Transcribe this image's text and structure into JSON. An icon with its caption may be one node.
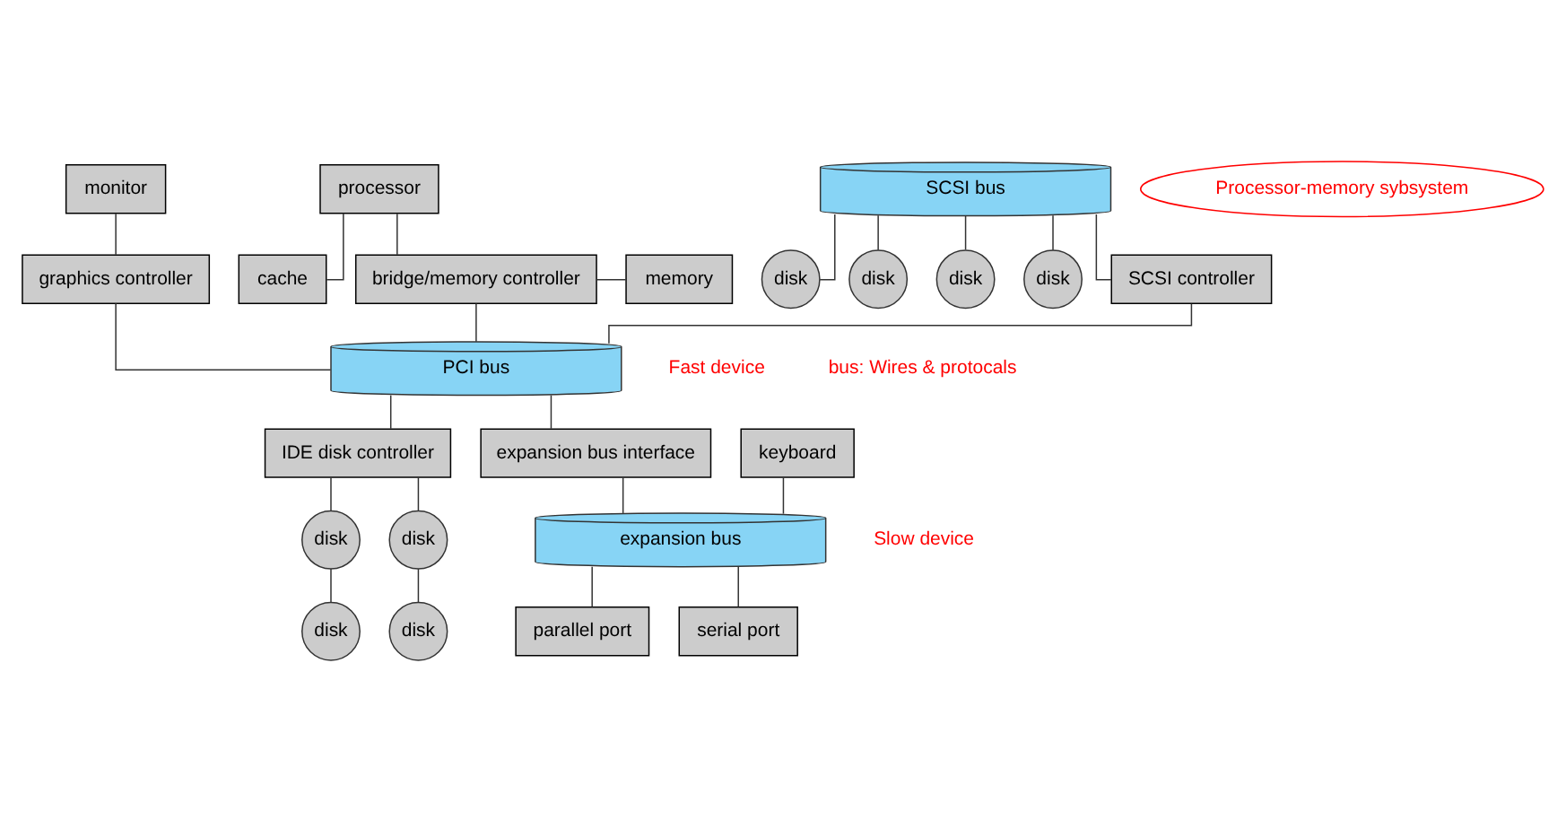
{
  "diagram": {
    "nodes": [
      {
        "text": [
          "monitor"
        ]
      },
      {
        "text": [
          "processor"
        ]
      },
      {
        "text": [
          "Processor-memory sybsystem"
        ]
      },
      {
        "text": [
          "cache"
        ]
      },
      {
        "text": [
          "graphics controller"
        ]
      },
      {
        "text": [
          "bridge/memory controller"
        ]
      },
      {
        "text": [
          "memory"
        ]
      },
      {
        "text": [
          "SCSI bus"
        ]
      },
      {
        "text": [
          "disk"
        ]
      },
      {
        "text": [
          "disk"
        ]
      },
      {
        "text": [
          "disk"
        ]
      },
      {
        "text": [
          "disk"
        ]
      },
      {
        "text": [
          "SCSI controller"
        ]
      },
      {
        "text": [
          "PCI bus"
        ]
      },
      {
        "text": [
          "IDE disk controller"
        ]
      },
      {
        "text": [
          "expansion bus interface"
        ]
      },
      {
        "text": [
          "keyboard"
        ]
      },
      {
        "text": [
          "expansion bus"
        ]
      },
      {
        "text": [
          "disk"
        ]
      },
      {
        "text": [
          "disk"
        ]
      },
      {
        "text": [
          "disk"
        ]
      },
      {
        "text": [
          "disk"
        ]
      },
      {
        "text": [
          "parallel port"
        ]
      },
      {
        "text": [
          "serial port"
        ]
      }
    ],
    "edges": [
      {
        "from": 0,
        "to": 4,
        "arrow": "none"
      },
      {
        "from": 1,
        "to": 5,
        "arrow": "none"
      },
      {
        "from": 1,
        "to": 3,
        "arrow": "none"
      },
      {
        "from": 5,
        "to": 6,
        "arrow": "none"
      },
      {
        "from": 4,
        "to": 13,
        "arrow": "none"
      },
      {
        "from": 5,
        "to": 13,
        "arrow": "none"
      },
      {
        "from": 7,
        "to": 8,
        "arrow": "none"
      },
      {
        "from": 7,
        "to": 9,
        "arrow": "none"
      },
      {
        "from": 7,
        "to": 10,
        "arrow": "none"
      },
      {
        "from": 7,
        "to": 11,
        "arrow": "none"
      },
      {
        "from": 7,
        "to": 12,
        "arrow": "none"
      },
      {
        "from": 12,
        "to": 13,
        "arrow": "none"
      },
      {
        "from": 13,
        "to": 14,
        "arrow": "none"
      },
      {
        "from": 13,
        "to": 15,
        "arrow": "none"
      },
      {
        "from": 14,
        "to": 18,
        "arrow": "none"
      },
      {
        "from": 14,
        "to": 19,
        "arrow": "none"
      },
      {
        "from": 18,
        "to": 20,
        "arrow": "none"
      },
      {
        "from": 19,
        "to": 21,
        "arrow": "none"
      },
      {
        "from": 15,
        "to": 17,
        "arrow": "none"
      },
      {
        "from": 16,
        "to": 17,
        "arrow": "none"
      },
      {
        "from": 17,
        "to": 22,
        "arrow": "none"
      },
      {
        "from": 17,
        "to": 23,
        "arrow": "none"
      }
    ],
    "labels": [
      "Fast device",
      "bus: Wires & protocals",
      "Slow device"
    ]
  }
}
